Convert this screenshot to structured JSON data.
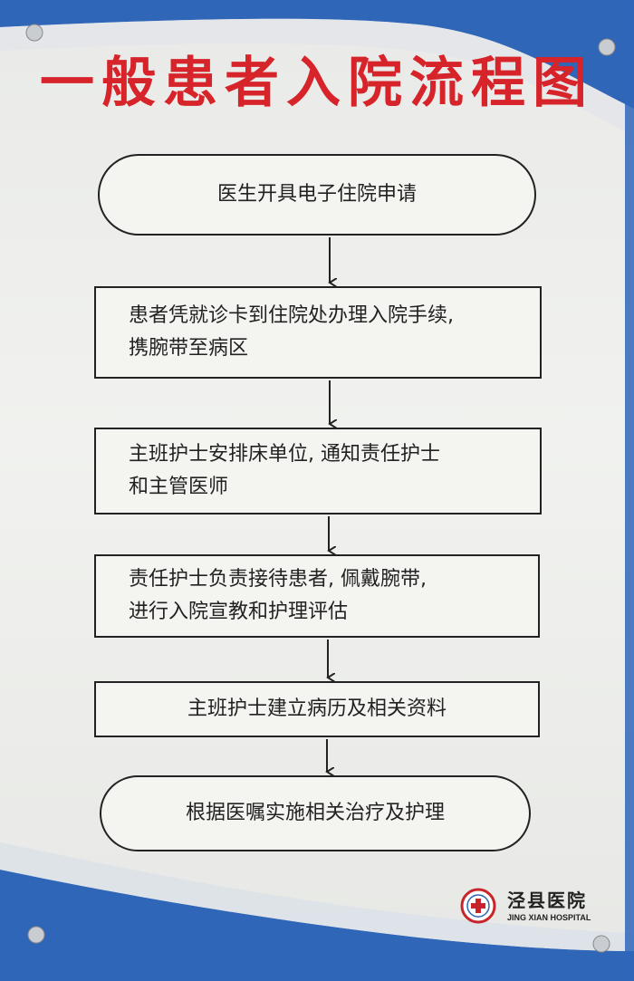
{
  "title": "一般患者入院流程图",
  "steps": [
    {
      "lines": [
        "医生开具电子住院申请"
      ]
    },
    {
      "lines": [
        "患者凭就诊卡到住院处办理入院手续,",
        "携腕带至病区"
      ]
    },
    {
      "lines": [
        "主班护士安排床单位, 通知责任护士",
        "和主管医师"
      ]
    },
    {
      "lines": [
        "责任护士负责接待患者, 佩戴腕带,",
        "进行入院宣教和护理评估"
      ]
    },
    {
      "lines": [
        "主班护士建立病历及相关资料"
      ]
    },
    {
      "lines": [
        "根据医嘱实施相关治疗及护理"
      ]
    }
  ],
  "footer": {
    "hospital_name": "泾县医院",
    "hospital_name_en": "JING XIAN HOSPITAL"
  },
  "colors": {
    "title": "#d6242a",
    "frame_blue": "#2f66b8",
    "box_border": "#222222"
  }
}
